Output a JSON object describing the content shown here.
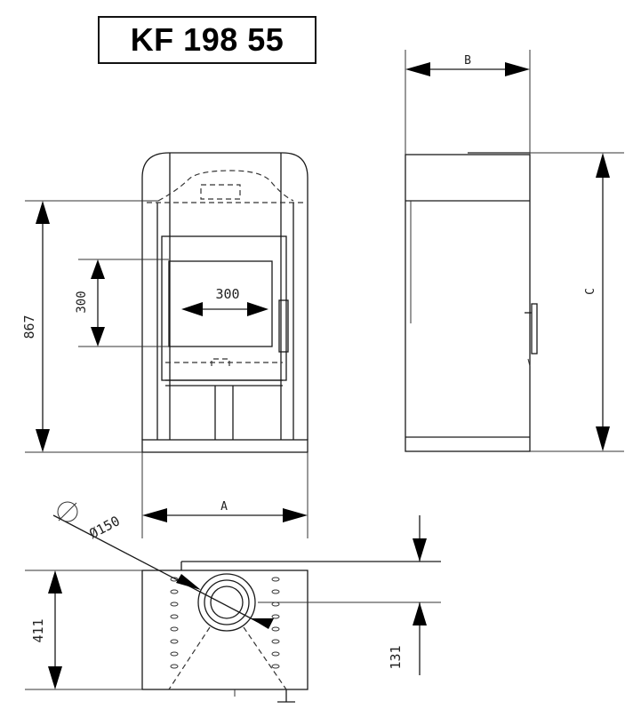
{
  "title": "KF 198 55",
  "dimensions": {
    "height_front": "867",
    "glass_height": "300",
    "glass_width": "300",
    "width_label": "A",
    "depth_label": "B",
    "height_label": "C",
    "depth_top": "411",
    "flue_diameter": "Ø150",
    "flue_offset": "131"
  },
  "colors": {
    "line": "#1a1a1a",
    "background": "#ffffff"
  }
}
